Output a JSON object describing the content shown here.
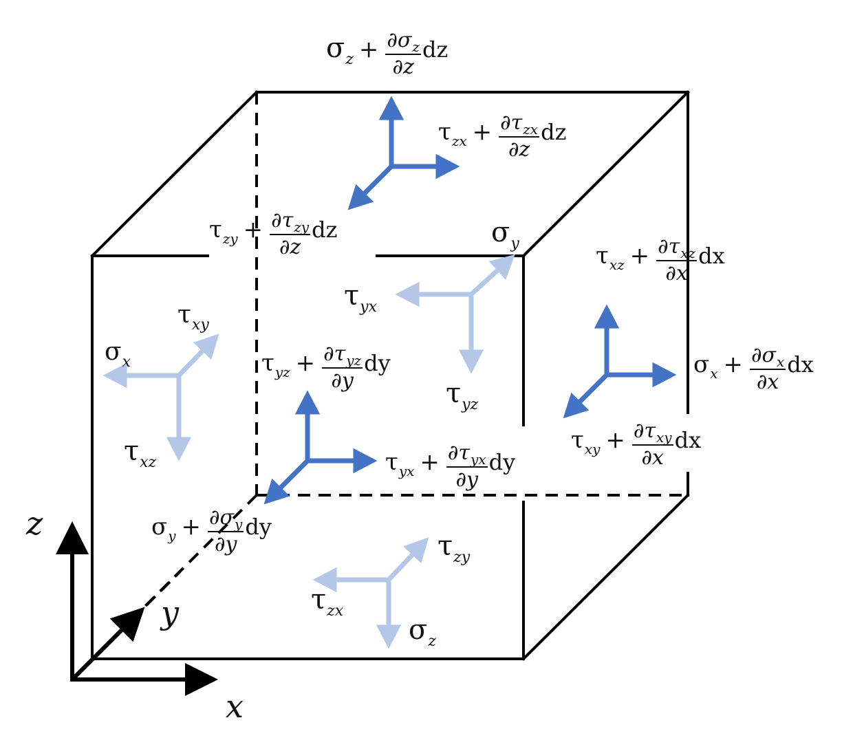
{
  "colors": {
    "edge": "#000000",
    "front_arrow": "#4472c4",
    "back_arrow": "#b4c7e7"
  },
  "axes": {
    "x": "x",
    "y": "y",
    "z": "z"
  },
  "labels": {
    "top_sigma_z": {
      "base": "σ",
      "sub": "z",
      "op": "+",
      "num_sym": "∂σ",
      "num_sub": "z",
      "den": "∂z",
      "diff": "dz"
    },
    "top_tau_zx": {
      "base": "τ",
      "sub": "zx",
      "op": "+",
      "num_sym": "∂τ",
      "num_sub": "zx",
      "den": "∂z",
      "diff": "dz"
    },
    "top_tau_zy": {
      "base": "τ",
      "sub": "zy",
      "op": "+",
      "num_sym": "∂τ",
      "num_sub": "zy",
      "den": "∂z",
      "diff": "dz"
    },
    "back_sigma_y": {
      "base": "σ",
      "sub": "y"
    },
    "back_tau_yx": {
      "base": "τ",
      "sub": "yx"
    },
    "back_tau_yz": {
      "base": "τ",
      "sub": "yz"
    },
    "right_tau_xz": {
      "base": "τ",
      "sub": "xz",
      "op": "+",
      "num_sym": "∂τ",
      "num_sub": "xz",
      "den": "∂x",
      "diff": "dx"
    },
    "right_sigma_x": {
      "base": "σ",
      "sub": "x",
      "op": "+",
      "num_sym": "∂σ",
      "num_sub": "x",
      "den": "∂x",
      "diff": "dx"
    },
    "right_tau_xy": {
      "base": "τ",
      "sub": "xy",
      "op": "+",
      "num_sym": "∂τ",
      "num_sub": "xy",
      "den": "∂x",
      "diff": "dx"
    },
    "left_tau_xy": {
      "base": "τ",
      "sub": "xy"
    },
    "left_sigma_x": {
      "base": "σ",
      "sub": "x"
    },
    "left_tau_xz": {
      "base": "τ",
      "sub": "xz"
    },
    "front_tau_yz": {
      "base": "τ",
      "sub": "yz",
      "op": "+",
      "num_sym": "∂τ",
      "num_sub": "yz",
      "den": "∂y",
      "diff": "dy"
    },
    "front_tau_yx": {
      "base": "τ",
      "sub": "yx",
      "op": "+",
      "num_sym": "∂τ",
      "num_sub": "yx",
      "den": "∂y",
      "diff": "dy"
    },
    "front_sigma_y": {
      "base": "σ",
      "sub": "y",
      "op": "+",
      "num_sym": "∂σ",
      "num_sub": "y",
      "den": "∂y",
      "diff": "dy"
    },
    "bottom_tau_zy": {
      "base": "τ",
      "sub": "zy"
    },
    "bottom_tau_zx": {
      "base": "τ",
      "sub": "zx"
    },
    "bottom_sigma_z": {
      "base": "σ",
      "sub": "z"
    }
  }
}
